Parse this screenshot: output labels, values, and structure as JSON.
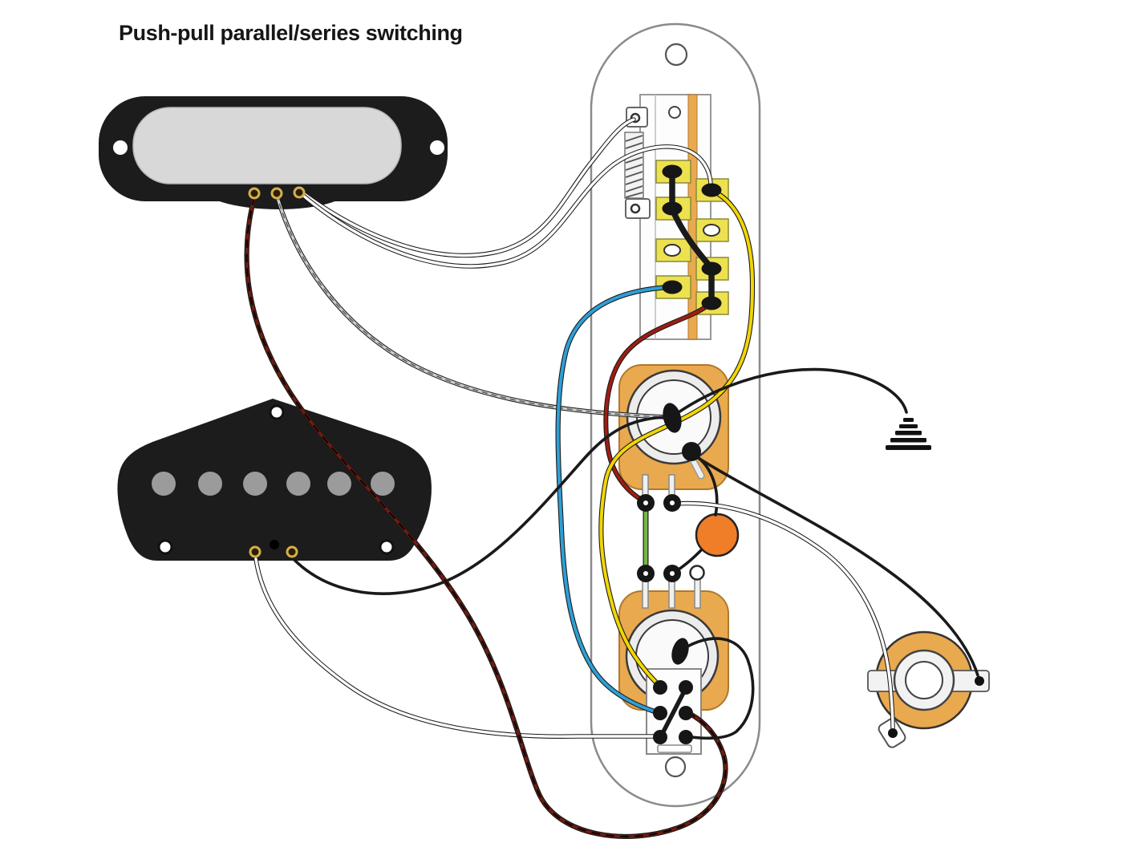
{
  "title": "Push-pull parallel/series switching",
  "colors": {
    "yellow": "#F2D602",
    "blue": "#2E9FD6",
    "green": "#76B843",
    "red": "#9E1D12",
    "maroon": "#701B0F",
    "black": "#1a1a1a",
    "white": "#ffffff",
    "gray_wire": "#cfcfcf",
    "pot_body": "#E9A94E",
    "capacitor_orange": "#F07D28",
    "pad_yellow": "#EDE14F",
    "pickup_black": "#1c1c1c",
    "cover_gray": "#D8D8D8",
    "pole_gray": "#9b9b9b",
    "plate_outline": "#8a8a8a",
    "lug_black": "#161616"
  },
  "components": {
    "neck_pickup": "neck-pickup-covered",
    "bridge_pickup": "bridge-pickup",
    "control_plate": "telecaster-control-plate",
    "three_way_switch": "three-way-blade-switch",
    "volume_pot": "volume-potentiometer",
    "tone_pot": "tone-potentiometer",
    "push_pull_switch": "push-pull-dpdt-switch",
    "capacitor": "tone-capacitor",
    "output_jack": "output-jack",
    "ground": "ground-symbol"
  },
  "wires": [
    {
      "id": "neck-white-to-switch-tab",
      "color_key": "white",
      "from": "neck-pickup-right-eyelet",
      "to": "switch-top-tab"
    },
    {
      "id": "neck-white-to-switch-input",
      "color_key": "white",
      "from": "neck-pickup-right-eyelet",
      "to": "switch-right-lug-1"
    },
    {
      "id": "neck-ground-twisted",
      "color_key": "gray_wire",
      "from": "neck-pickup-middle-eyelet",
      "to": "volume-pot-casing"
    },
    {
      "id": "neck-red-loop",
      "color_key": "maroon",
      "from": "neck-pickup-left-eyelet",
      "to": "push-pull-middle-right-lug"
    },
    {
      "id": "bridge-white",
      "color_key": "white",
      "from": "bridge-pickup-left-eyelet",
      "to": "push-pull-bottom-left-lug"
    },
    {
      "id": "bridge-ground",
      "color_key": "black",
      "from": "bridge-pickup-right-eyelet",
      "to": "volume-pot-casing"
    },
    {
      "id": "switch-yellow",
      "color_key": "yellow",
      "from": "switch-right-lug-1",
      "to": "push-pull-top-left-lug"
    },
    {
      "id": "switch-blue",
      "color_key": "blue",
      "from": "switch-left-lug-4",
      "to": "push-pull-middle-left-lug"
    },
    {
      "id": "switch-red",
      "color_key": "red",
      "from": "switch-right-lug-4",
      "to": "volume-pot-left-lug"
    },
    {
      "id": "green-jumper",
      "color_key": "green",
      "from": "volume-pot-left-lug",
      "to": "tone-pot-left-lug"
    },
    {
      "id": "volume-white-to-jack",
      "color_key": "white",
      "from": "volume-pot-middle-lug",
      "to": "jack-sleeve-lug"
    },
    {
      "id": "volume-casing-to-jack",
      "color_key": "black",
      "from": "volume-pot-casing",
      "to": "jack-tip-lug"
    },
    {
      "id": "volume-casing-to-ground",
      "color_key": "black",
      "from": "volume-pot-casing",
      "to": "ground-symbol"
    },
    {
      "id": "capacitor-top-lead",
      "color_key": "black",
      "from": "capacitor",
      "to": "volume-pot-casing-lug"
    },
    {
      "id": "capacitor-bottom-lead",
      "color_key": "black",
      "from": "capacitor",
      "to": "tone-pot-middle-lug"
    },
    {
      "id": "tone-casing-wrap",
      "color_key": "black",
      "from": "tone-pot-casing",
      "to": "push-pull-bottom-right-lug"
    },
    {
      "id": "push-pull-jumper",
      "color_key": "black",
      "from": "push-pull-top-right-lug",
      "to": "push-pull-bottom-left-lug"
    },
    {
      "id": "switch-jumper-left",
      "color_key": "black",
      "from": "switch-left-lug-1",
      "to": "switch-left-lug-2"
    },
    {
      "id": "switch-jumper-diagonal",
      "color_key": "black",
      "from": "switch-left-lug-2",
      "to": "switch-right-lug-3"
    },
    {
      "id": "switch-jumper-right",
      "color_key": "black",
      "from": "switch-right-lug-3",
      "to": "switch-right-lug-4"
    }
  ]
}
